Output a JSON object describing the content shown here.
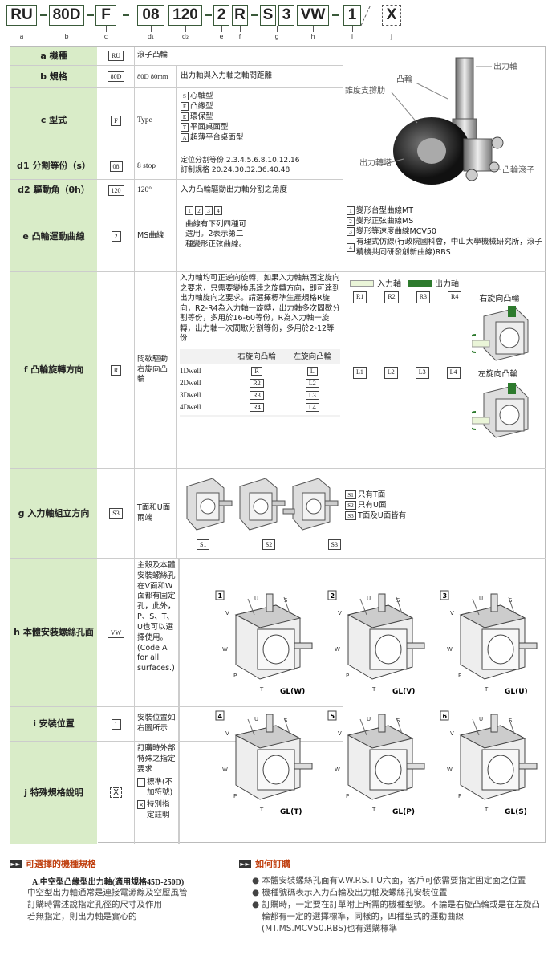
{
  "code": {
    "boxes": [
      "RU",
      "80D",
      "F",
      "08",
      "120",
      "2",
      "R",
      "S",
      "3",
      "VW",
      "1",
      "X"
    ],
    "letters": [
      "a",
      "b",
      "c",
      "d₁",
      "d₂",
      "e",
      "f",
      "g",
      "h",
      "i",
      "j"
    ]
  },
  "rows": {
    "a": {
      "label": "a 機種",
      "code": "RU",
      "desc": "滾子凸輪"
    },
    "b": {
      "label": "b 規格",
      "code": "80D",
      "desc": "80D 80mm",
      "note": "出力軸與入力軸之軸間距離"
    },
    "c": {
      "label": "c 型式",
      "code": "F",
      "desc": "Type",
      "opts": [
        [
          "S",
          "心軸型"
        ],
        [
          "F",
          "凸緣型"
        ],
        [
          "E",
          "環保型"
        ],
        [
          "T",
          "平面桌面型"
        ],
        [
          "A",
          "超薄平台桌面型"
        ]
      ]
    },
    "d1": {
      "label": "d1 分割等份（s）",
      "code": "08",
      "desc": "8 stop",
      "n1": "定位分割等份  2.3.4.5.6.8.10.12.16",
      "n2": "訂制規格  20.24.30.32.36.40.48"
    },
    "d2": {
      "label": "d2 驅動角（θh）",
      "code": "120",
      "desc": "120°",
      "note": "入力凸輪驅動出力軸分割之角度"
    },
    "e": {
      "label": "e 凸輪運動曲線",
      "code": "2",
      "desc": "MS曲線",
      "nums": [
        "1",
        "2",
        "3",
        "4"
      ],
      "note": "曲線有下列四種可選用。2表示第二種變形正弦曲線。",
      "opts": [
        [
          "1",
          "變形台型曲線MT"
        ],
        [
          "2",
          "變形正弦曲線MS"
        ],
        [
          "3",
          "變形等速度曲線MCV50"
        ],
        [
          "4",
          "有理式仿線(行政院國科會，中山大學機械研究所，滾子精機共同研發創新曲線)RBS"
        ]
      ]
    },
    "f": {
      "label": "f 凸輪旋轉方向",
      "code": "R",
      "desc": "間歇驅動右旋向凸輪",
      "note": "入力軸均可正逆向旋轉，如果入力軸無固定旋向之要求，只需要變換馬達之旋轉方向，即可達到出力軸旋向之要求。請選擇標準生產規格R旋向，R2-R4為入力軸一旋轉，出力軸多次間歇分割等份，多用於16-60等份，R為入力軸一旋轉，出力軸一次間歇分割等份，多用於2-12等份",
      "th": [
        "右旋向凸輪",
        "左旋向凸輪"
      ],
      "tr": [
        [
          "1Dwell",
          "R",
          "L"
        ],
        [
          "2Dwell",
          "R2",
          "L2"
        ],
        [
          "3Dwell",
          "R3",
          "L3"
        ],
        [
          "4Dwell",
          "R4",
          "L4"
        ]
      ],
      "legend_in": "入力軸",
      "legend_out": "出力軸",
      "right_label": "右旋向凸輪",
      "left_label": "左旋向凸輪",
      "rcodes": [
        "R1",
        "R2",
        "R3",
        "R4"
      ],
      "lcodes": [
        "L1",
        "L2",
        "L3",
        "L4"
      ]
    },
    "g": {
      "label": "g 入力軸組立方向",
      "code": "S3",
      "desc": "T面和U面兩端",
      "imgs": [
        "S1",
        "S2",
        "S3"
      ],
      "opts": [
        [
          "S1",
          "只有T面"
        ],
        [
          "S2",
          "只有U面"
        ],
        [
          "S3",
          "T面及U面皆有"
        ]
      ]
    },
    "h": {
      "label": "h 本體安裝螺絲孔面",
      "code": "VW",
      "desc": "主殼及本體安裝螺絲孔在V面和W面都有固定孔，此外，P、S、T、U也可以選擇使用。(Code A for all surfaces.)",
      "diagrams": [
        [
          "1",
          "GL(W)"
        ],
        [
          "2",
          "GL(V)"
        ],
        [
          "3",
          "GL(U)"
        ],
        [
          "4",
          "GL(T)"
        ],
        [
          "5",
          "GL(P)"
        ],
        [
          "6",
          "GL(S)"
        ]
      ],
      "faces": [
        "V",
        "U",
        "S",
        "W",
        "T",
        "P"
      ]
    },
    "i": {
      "label": "i 安裝位置",
      "code": "1",
      "desc": "安裝位置如右圖所示"
    },
    "j": {
      "label": "j 特殊規格說明",
      "code": "X",
      "desc": "訂購時外部特殊之指定要求",
      "o1": "標準(不加符號)",
      "o2": "特別指定註明"
    }
  },
  "photo": {
    "output_shaft": "出力軸",
    "cam": "凸輪",
    "taper_bearing": "錐度支撐肋",
    "output_turret": "出力轉塔",
    "cam_roller": "凸輪滾子"
  },
  "footer": {
    "left_title": "可選擇的機種規格",
    "left_sub": "A.中空型凸緣型出力軸(適用規格45D-250D)",
    "left_text": [
      "中空型出力軸通常是連接電源線及空壓風管",
      "訂購時需述說指定孔徑的尺寸及作用",
      "若無指定，則出力軸是實心的"
    ],
    "right_title": "如何訂購",
    "right_items": [
      "本體安裝螺絲孔面有V.W.P.S.T.U六面，客戶可依需要指定固定面之位置",
      "機種號碼表示入力凸輪及出力軸及螺絲孔安裝位置",
      "訂購時，一定要在訂單附上所需的機種型號。不論是右旋凸輪或是在左旋凸輪都有一定的選擇標準，同樣的，四種型式的運動曲線(MT.MS.MCV50.RBS)也有選購標準"
    ]
  },
  "colors": {
    "label_bg": "#d9ecc8",
    "in_shaft": "#eaf5d8",
    "out_shaft": "#2d7a2d",
    "accent": "#c04010"
  }
}
